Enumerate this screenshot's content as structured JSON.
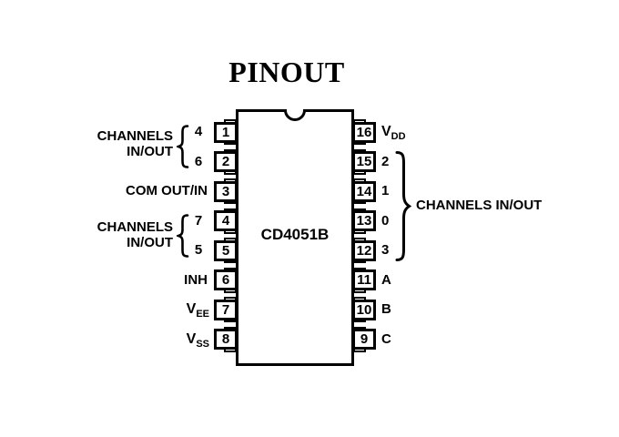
{
  "title": "PINOUT",
  "chip_name": "CD4051B",
  "colors": {
    "ink": "#000000",
    "background": "#ffffff"
  },
  "left_pins": [
    {
      "num": "1",
      "label": "4",
      "sub": ""
    },
    {
      "num": "2",
      "label": "6",
      "sub": ""
    },
    {
      "num": "3",
      "label": "COM OUT/IN",
      "sub": ""
    },
    {
      "num": "4",
      "label": "7",
      "sub": ""
    },
    {
      "num": "5",
      "label": "5",
      "sub": ""
    },
    {
      "num": "6",
      "label": "INH",
      "sub": ""
    },
    {
      "num": "7",
      "label": "V",
      "sub": "EE"
    },
    {
      "num": "8",
      "label": "V",
      "sub": "SS"
    }
  ],
  "right_pins": [
    {
      "num": "16",
      "label": "V",
      "sub": "DD"
    },
    {
      "num": "15",
      "label": "2",
      "sub": ""
    },
    {
      "num": "14",
      "label": "1",
      "sub": ""
    },
    {
      "num": "13",
      "label": "0",
      "sub": ""
    },
    {
      "num": "12",
      "label": "3",
      "sub": ""
    },
    {
      "num": "11",
      "label": "A",
      "sub": ""
    },
    {
      "num": "10",
      "label": "B",
      "sub": ""
    },
    {
      "num": "9",
      "label": "C",
      "sub": ""
    }
  ],
  "groups": {
    "left_top": {
      "line1": "CHANNELS",
      "line2": "IN/OUT"
    },
    "left_mid": {
      "line1": "CHANNELS",
      "line2": "IN/OUT"
    },
    "right": {
      "label": "CHANNELS IN/OUT"
    }
  },
  "icons": {
    "left_top_brace": "curly-brace-left",
    "left_mid_brace": "curly-brace-left",
    "right_brace": "curly-brace-right",
    "notch": "dip-package-notch"
  }
}
